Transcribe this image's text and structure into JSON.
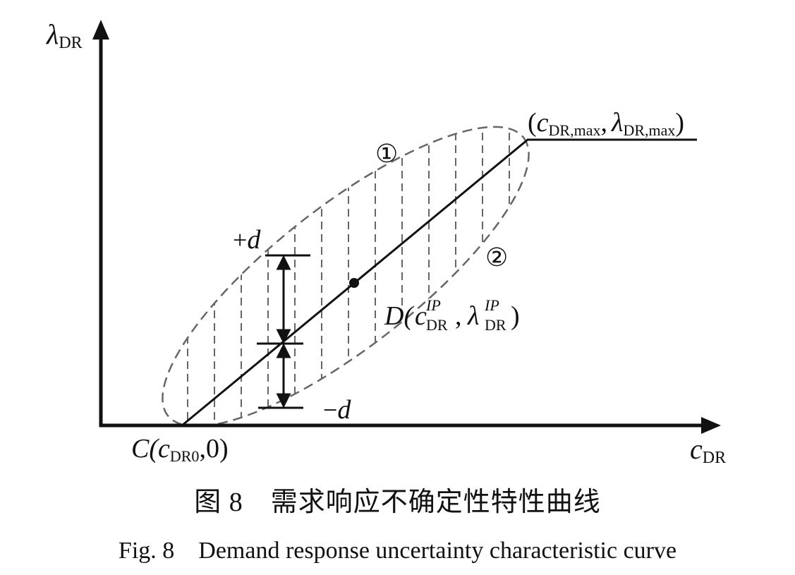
{
  "diagram": {
    "y_axis": {
      "symbol": "λ",
      "sub": "DR"
    },
    "x_axis": {
      "symbol": "c",
      "sub": "DR"
    },
    "point_C": {
      "prefix": "C(",
      "symbol": "c",
      "sub": "DR0",
      "suffix": ",0)"
    },
    "point_max": {
      "open": "(",
      "c_symbol": "c",
      "c_sub": "DR,max",
      "comma": ",",
      "l_symbol": "λ",
      "l_sub": "DR,max",
      "close": ")"
    },
    "point_D": {
      "prefix": "D(",
      "c_symbol": "c",
      "c_sup": "IP",
      "c_sub": "DR",
      "comma": ",",
      "l_symbol": "λ",
      "l_sup": "IP",
      "l_sub": "DR",
      "close": ")"
    },
    "plus_d": {
      "sign": "+",
      "symbol": "d"
    },
    "minus_d": {
      "sign": "−",
      "symbol": "d"
    },
    "region_1": "①",
    "region_2": "②"
  },
  "caption": {
    "cn": "图 8　需求响应不确定性特性曲线",
    "en": "Fig. 8　Demand response uncertainty characteristic curve"
  }
}
